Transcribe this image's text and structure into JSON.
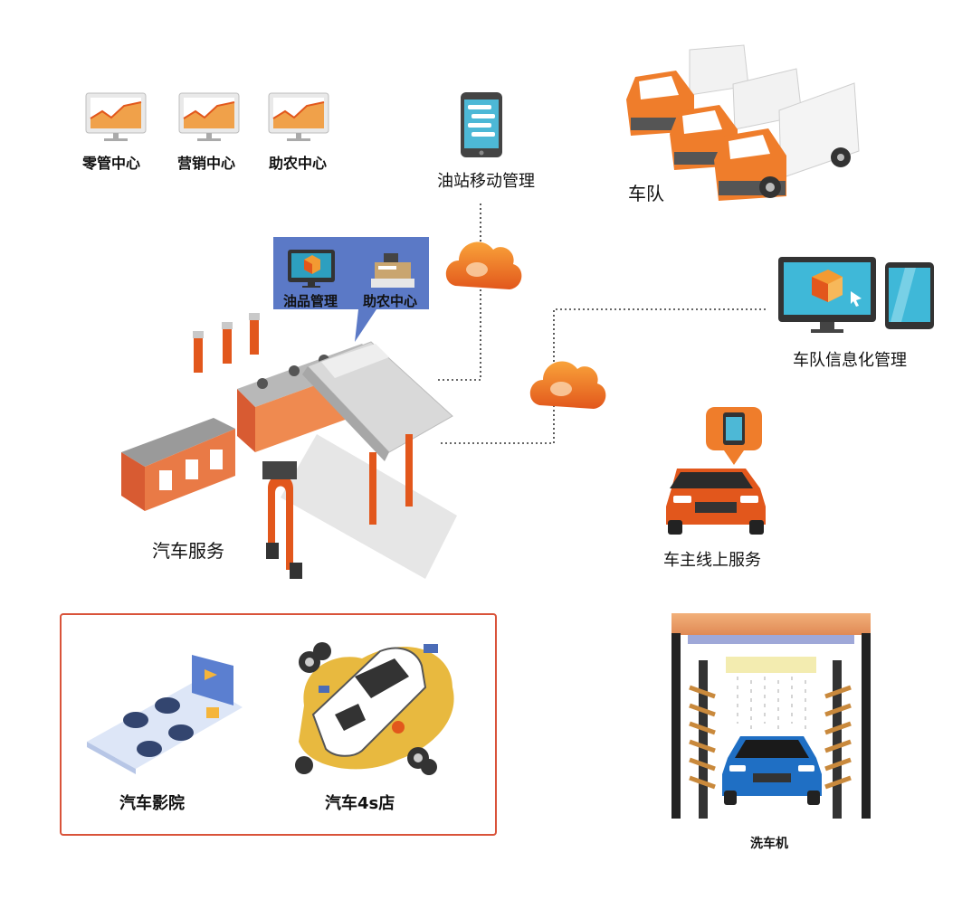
{
  "centers": [
    {
      "label": "零管中心",
      "icon": "chart-monitor-icon"
    },
    {
      "label": "营销中心",
      "icon": "chart-monitor-icon"
    },
    {
      "label": "助农中心",
      "icon": "chart-monitor-icon"
    }
  ],
  "station_panel": {
    "items": [
      {
        "label": "油品管理",
        "icon": "monitor-cube-icon"
      },
      {
        "label": "助农中心",
        "icon": "cash-register-icon"
      }
    ]
  },
  "mobile": {
    "label": "油站移动管理",
    "icon": "smartphone-icon"
  },
  "fleet": {
    "label": "车队",
    "icon": "trucks-icon"
  },
  "fleet_info": {
    "label": "车队信息化管理",
    "icon": "monitor-tablet-icon"
  },
  "car_owner": {
    "label": "车主线上服务",
    "icon": "car-phone-icon"
  },
  "car_service": {
    "label": "汽车服务",
    "icon": "gas-station-icon"
  },
  "car_wash": {
    "label": "洗车机",
    "icon": "car-wash-icon"
  },
  "partners": [
    {
      "label": "汽车影院",
      "icon": "cinema-icon"
    },
    {
      "label": "汽车4s店",
      "icon": "repair-shop-icon"
    }
  ],
  "colors": {
    "accent": "#ef7d2b",
    "dark_orange": "#e2571c",
    "panel_blue": "#5b79c6",
    "frame": "#d9533a",
    "teal": "#2d9fbf"
  }
}
